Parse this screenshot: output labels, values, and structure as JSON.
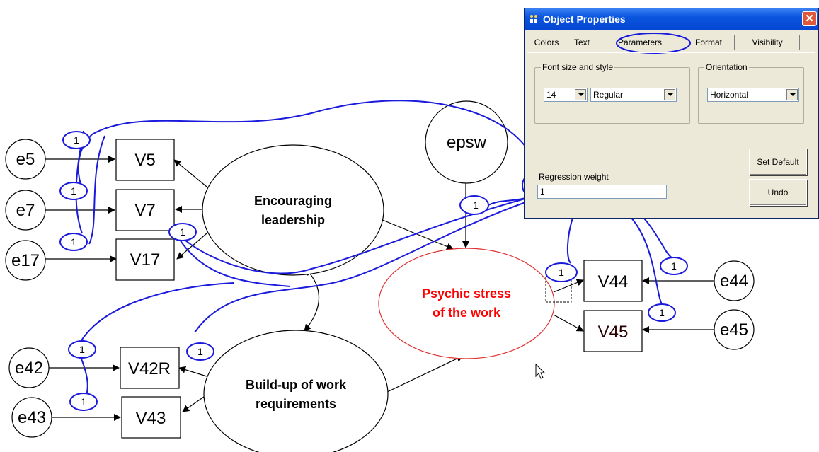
{
  "diagram": {
    "errors": [
      "e5",
      "e7",
      "e17",
      "e42",
      "e43",
      "e44",
      "e45"
    ],
    "observed": [
      "V5",
      "V7",
      "V17",
      "V42R",
      "V43",
      "V44",
      "V45"
    ],
    "latents": {
      "encouraging": [
        "Encouraging",
        "leadership"
      ],
      "buildup": [
        "Build-up of work",
        "requirements"
      ],
      "stress": [
        "Psychic stress",
        "of the work"
      ],
      "epsw": "epsw"
    },
    "path_weight": "1",
    "colors": {
      "stress_text": "#ff0000",
      "stress_outline": "#e03030",
      "annotation": "#1a1adc"
    }
  },
  "dialog": {
    "title": "Object Properties",
    "close_label": "✕",
    "tabs": [
      "Colors",
      "Text",
      "Parameters",
      "Format",
      "Visibility"
    ],
    "font_group_label": "Font size and style",
    "font_size": "14",
    "font_style": "Regular",
    "orientation_label": "Orientation",
    "orientation_value": "Horizontal",
    "regression_label": "Regression weight",
    "regression_value": "1",
    "set_default_label": "Set Default",
    "undo_label": "Undo"
  }
}
